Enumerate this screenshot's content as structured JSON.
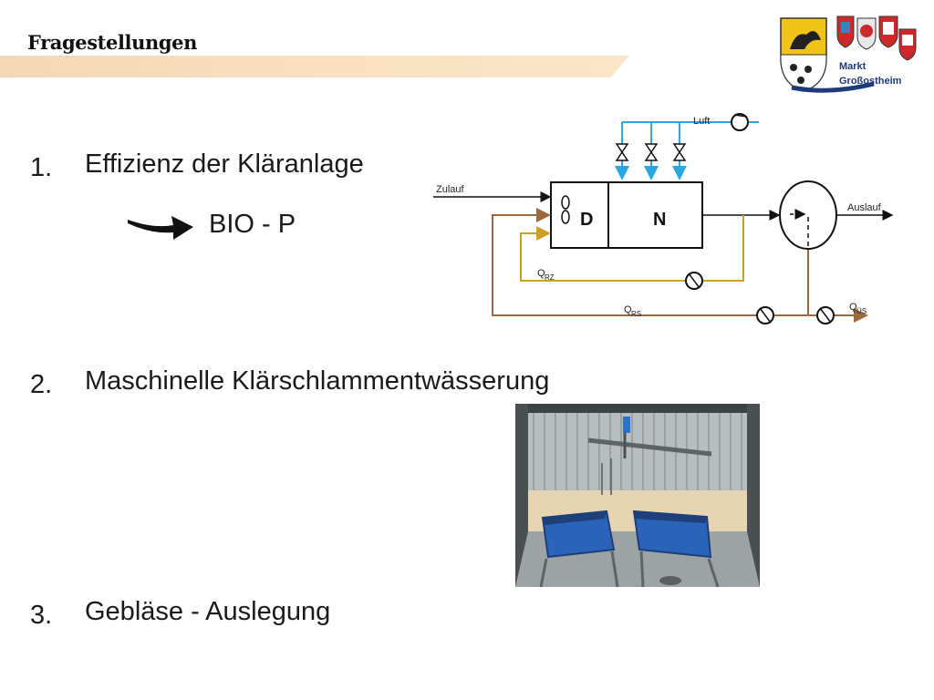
{
  "header": {
    "title": "Fragestellungen"
  },
  "logo": {
    "text_line1": "Markt",
    "text_line2": "Großostheim"
  },
  "items": [
    {
      "number": "1.",
      "text": "Effizienz der Kläranlage",
      "sub": "BIO - P"
    },
    {
      "number": "2.",
      "text": "Maschinelle Klärschlammentwässerung"
    },
    {
      "number": "3.",
      "text": "Gebläse - Auslegung"
    }
  ],
  "diagram": {
    "zulauf": "Zulauf",
    "luft": "Luft",
    "auslauf": "Auslauf",
    "basin_d": "D",
    "basin_n": "N",
    "q_rz": "Q",
    "q_rz_sub": "RZ",
    "q_rs": "Q",
    "q_rs_sub": "RS",
    "q_us": "Q",
    "q_us_sub": "ÜS"
  },
  "colors": {
    "luft_line": "#2aa7df",
    "rz_line": "#c9a227",
    "rs_line": "#9a6a3e",
    "header_band": "#f6dcbb"
  }
}
